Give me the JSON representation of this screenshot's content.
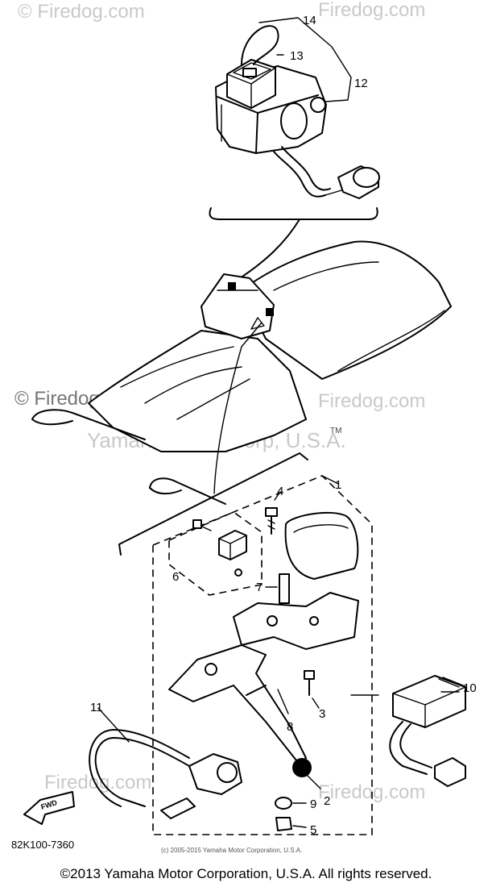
{
  "watermarks": {
    "site": "© Firedog.com",
    "site_plain": "Firedog.com",
    "site_left": "© Firedog.com",
    "trademark": "Yamaha Motor Corp, U.S.A.",
    "tm": "TM"
  },
  "part_labels": {
    "p1": "1",
    "p2": "2",
    "p3": "3",
    "p4": "4",
    "p5": "5",
    "p6": "6",
    "p7": "7",
    "p8": "8",
    "p9": "9",
    "p10": "10",
    "p11": "11",
    "p12": "12",
    "p13": "13",
    "p14": "14"
  },
  "fwd_arrow": "FWD",
  "catalog_code": "82K100-7360",
  "small_credit": "(c) 2005-2015 Yamaha Motor Corporation, U.S.A.",
  "copyright": "©2013 Yamaha Motor Corporation, U.S.A. All rights reserved."
}
